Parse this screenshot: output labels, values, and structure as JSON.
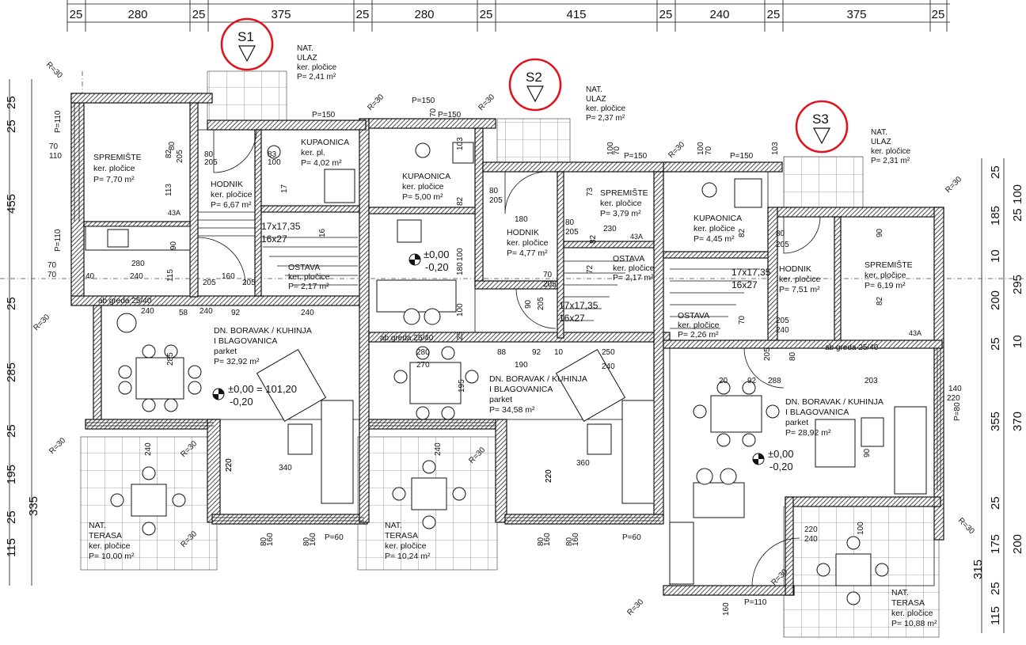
{
  "sections": {
    "s1": "S1",
    "s2": "S2",
    "s3": "S3"
  },
  "top_dims": [
    "25",
    "280",
    "25",
    "375",
    "25",
    "280",
    "25",
    "415",
    "25",
    "240",
    "25",
    "375",
    "25"
  ],
  "left_dims": {
    "a25a": "25",
    "a25b": "25",
    "a455": "455",
    "a25c": "25",
    "a285": "285",
    "a25d": "25",
    "a195": "195",
    "a335": "335",
    "a25e": "25",
    "a115": "115"
  },
  "right_dims": {
    "b25a": "25",
    "b100": "100",
    "b185": "185",
    "b25b": "25",
    "b10a": "10",
    "b295": "295",
    "b200a": "200",
    "b25c": "25",
    "b10b": "10",
    "b355": "355",
    "b370": "370",
    "b25d": "25",
    "b175": "175",
    "b200b": "200",
    "b315": "315",
    "b25e": "25",
    "b115": "115"
  },
  "entries": {
    "e1": {
      "l1": "NAT.",
      "l2": "ULAZ",
      "l3": "ker. pločice",
      "l4": "P= 2,41 m²"
    },
    "e2": {
      "l1": "NAT.",
      "l2": "ULAZ",
      "l3": "ker. pločice",
      "l4": "P= 2,37 m²"
    },
    "e3": {
      "l1": "NAT.",
      "l2": "ULAZ",
      "l3": "ker. pločice",
      "l4": "P= 2,31 m²"
    }
  },
  "rooms": {
    "spremiste1": {
      "n": "SPREMIŠTE",
      "m": "ker. pločice",
      "a": "P= 7,70 m²"
    },
    "hodnik1": {
      "n": "HODNIK",
      "m": "ker. pločice",
      "a": "P= 6,67 m²"
    },
    "kupaonica1": {
      "n": "KUPAONICA",
      "m": "ker. pl.",
      "a": "P= 4,02 m²"
    },
    "ostava1": {
      "n": "OSTAVA",
      "m": "ker. pločice",
      "a": "P= 2,17 m²"
    },
    "kupaonica2": {
      "n": "KUPAONICA",
      "m": "ker. pločice",
      "a": "P= 5,00 m²"
    },
    "hodnik2": {
      "n": "HODNIK",
      "m": "ker. pločice",
      "a": "P= 4,77 m²"
    },
    "spremiste2": {
      "n": "SPREMIŠTE",
      "m": "ker. pločice",
      "a": "P= 3,79 m²"
    },
    "ostava2": {
      "n": "OSTAVA",
      "m": "ker. pločice",
      "a": "P= 2,17 m²"
    },
    "kupaonica3": {
      "n": "KUPAONICA",
      "m": "ker. pločice",
      "a": "P= 4,45 m²"
    },
    "hodnik3": {
      "n": "HODNIK",
      "m": "ker. pločice",
      "a": "P= 7,51 m²"
    },
    "spremiste3": {
      "n": "SPREMIŠTE",
      "m": "ker. pločice",
      "a": "P= 6,19 m²"
    },
    "ostava3": {
      "n": "OSTAVA",
      "m": "ker. pločice",
      "a": "P= 2,26 m²"
    },
    "boravak1": {
      "n1": "DN. BORAVAK / KUHINJA",
      "n2": "I BLAGOVANICA",
      "m": "parket",
      "a": "P= 32,92 m²"
    },
    "boravak2": {
      "n1": "DN. BORAVAK / KUHINJA",
      "n2": "I BLAGOVANICA",
      "m": "parket",
      "a": "P= 34,58 m²"
    },
    "boravak3": {
      "n1": "DN. BORAVAK / KUHINJA",
      "n2": "I BLAGOVANICA",
      "m": "parket",
      "a": "P= 28,92 m²"
    },
    "terasa1": {
      "n1": "NAT.",
      "n2": "TERASA",
      "m": "ker. pločice",
      "a": "P= 10,00 m²"
    },
    "terasa2": {
      "n1": "NAT.",
      "n2": "TERASA",
      "m": "ker. pločice",
      "a": "P= 10,24 m²"
    },
    "terasa3": {
      "n1": "NAT.",
      "n2": "TERASA",
      "m": "ker. pločice",
      "a": "P= 10,88 m²"
    }
  },
  "levels": {
    "lv1a": "±0,00 = 101,20",
    "lv1b": "-0,20",
    "lv2a": "±0,00",
    "lv2b": "-0,20",
    "lv3a": "±0,00",
    "lv3b": "-0,20"
  },
  "stairs": {
    "st1a": "17x17,35",
    "st1b": "16x27",
    "st2a": "17x17,35",
    "st2b": "16x27",
    "st3a": "17x17,35",
    "st3b": "16x27"
  },
  "beams": {
    "b1": "ab greda 25/40",
    "b2": "ab greda 25/40",
    "b3": "ab greda 25/40"
  },
  "corners": {
    "r1": "R=30",
    "r2": "R=30",
    "r3": "R=30",
    "r4": "R=30",
    "r5": "R=30",
    "r6": "R=30",
    "r7": "R=30",
    "r8": "R=30",
    "r9": "R=30",
    "r10": "R=30",
    "r11": "R=30",
    "r12": "R=30",
    "r13": "R=30"
  },
  "misc": {
    "p150a": "P=150",
    "p150b": "P=150",
    "p150c": "P=150",
    "p150d": "P=150",
    "p150e": "P=150",
    "p110a": "P=110",
    "p110b": "P=110",
    "p110c": "P=110",
    "p60a": "P=60",
    "p60b": "P=60",
    "p80": "P=80",
    "h43a": "43A",
    "h43b": "43A",
    "h43c": "43A"
  },
  "inner_dims": [
    "80",
    "205",
    "82",
    "113",
    "90",
    "205",
    "80",
    "205",
    "83",
    "100",
    "17",
    "16",
    "70",
    "110",
    "280",
    "40",
    "240",
    "115",
    "160",
    "205",
    "70",
    "70",
    "240",
    "58",
    "92",
    "240",
    "285",
    "240",
    "220",
    "340",
    "220",
    "240",
    "80",
    "160",
    "80",
    "160",
    "103",
    "82",
    "80",
    "205",
    "180",
    "100",
    "70",
    "180",
    "25",
    "100",
    "280",
    "270",
    "88",
    "92",
    "10",
    "250",
    "190",
    "240",
    "195",
    "220",
    "360",
    "240",
    "220",
    "80",
    "160",
    "80",
    "160",
    "100",
    "70",
    "73",
    "230",
    "80",
    "205",
    "82",
    "90",
    "205",
    "70",
    "205",
    "72",
    "100",
    "70",
    "82",
    "80",
    "205",
    "103",
    "70",
    "205",
    "240",
    "20",
    "92",
    "288",
    "203",
    "82",
    "90",
    "205",
    "80",
    "140",
    "220",
    "90",
    "220",
    "240",
    "100",
    "160"
  ]
}
